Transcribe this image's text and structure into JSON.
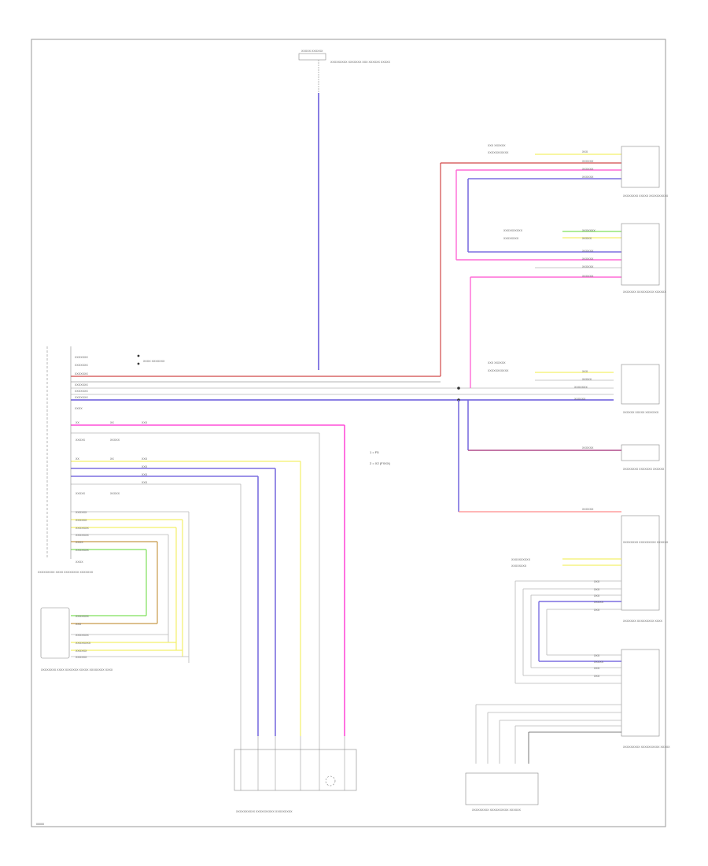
{
  "diagram_code": "00000",
  "legend": {
    "item_1": "1 = F5",
    "item_2": "2 = X2 (FXXX)"
  },
  "wire_colors": {
    "violet": "#7b6fe0",
    "pink": "#ff6ad5",
    "red": "#d04848",
    "yellow": "#f3f06a",
    "green": "#7fe05a",
    "brown": "#c89b4a",
    "gray": "#b8b8b8",
    "black": "#555555"
  },
  "components": {
    "top_label": "XXXXX XXXXXX",
    "top_desc": "XXXXXXXXX XXXXXXX XXX XXXXXX XXXXX",
    "left_module": "XXXXXXXXX XXXX XXXXXXXX XXXXXXX",
    "left_small_module": "XXXXXXXX XXXX XXXXXXX XXXXX XXXXXXXX XXXX",
    "bottom_center": "XXXXXXXXXX XXXXXXXXXX XXXXXXXXX",
    "bottom_right": "XXXXXXXXX XXXXXXXXXX XXXXXX",
    "right_1": "XXXXXXXX XXXXX XXXXXXXXXX",
    "right_2": "XXXXXXX XXXXXXXXX XXXXXX",
    "right_3": "XXXXXX XXXXX XXXXXXX",
    "right_4": "XXXXXXXX XXXXXXX XXXXXX",
    "right_5": "XXXXXXXX XXXXXXXXX XXXXXX",
    "right_6": "XXXXXXX XXXXXXXXX XXXX",
    "right_7": "XXXXXXXXX XXXXXXXXXX XXXXX"
  }
}
